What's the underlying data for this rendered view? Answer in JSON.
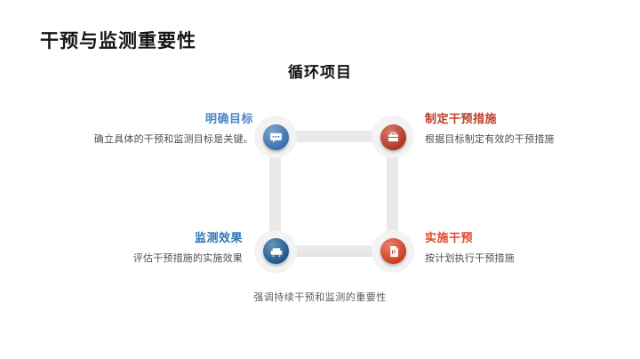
{
  "slide": {
    "title": "干预与监测重要性",
    "subtitle": "循环项目",
    "caption": "强调持续干预和监测的重要性"
  },
  "nodes": [
    {
      "id": "define-goals",
      "heading": "明确目标",
      "body": "确立具体的干预和监测目标是关键。",
      "heading_color": "#4a86c8",
      "circle_color": "#3e79bd",
      "icon": "chat-icon"
    },
    {
      "id": "make-measures",
      "heading": "制定干预措施",
      "body": "根据目标制定有效的干预措施",
      "heading_color": "#be3b25",
      "circle_color": "#c23a23",
      "icon": "briefcase-icon"
    },
    {
      "id": "monitor-results",
      "heading": "监测效果",
      "body": "评估干预措施的实施效果",
      "heading_color": "#2e74b5",
      "circle_color": "#1f6099",
      "icon": "sofa-icon"
    },
    {
      "id": "implement",
      "heading": "实施干预",
      "body": "按计划执行干预措施",
      "heading_color": "#e2472b",
      "circle_color": "#e04323",
      "icon": "document-p-icon"
    }
  ],
  "colors": {
    "background": "#ffffff",
    "connector": "#e9e9e9",
    "halo": "#f3f3f3",
    "body_text": "#4f4f4f",
    "title_text": "#161616"
  }
}
